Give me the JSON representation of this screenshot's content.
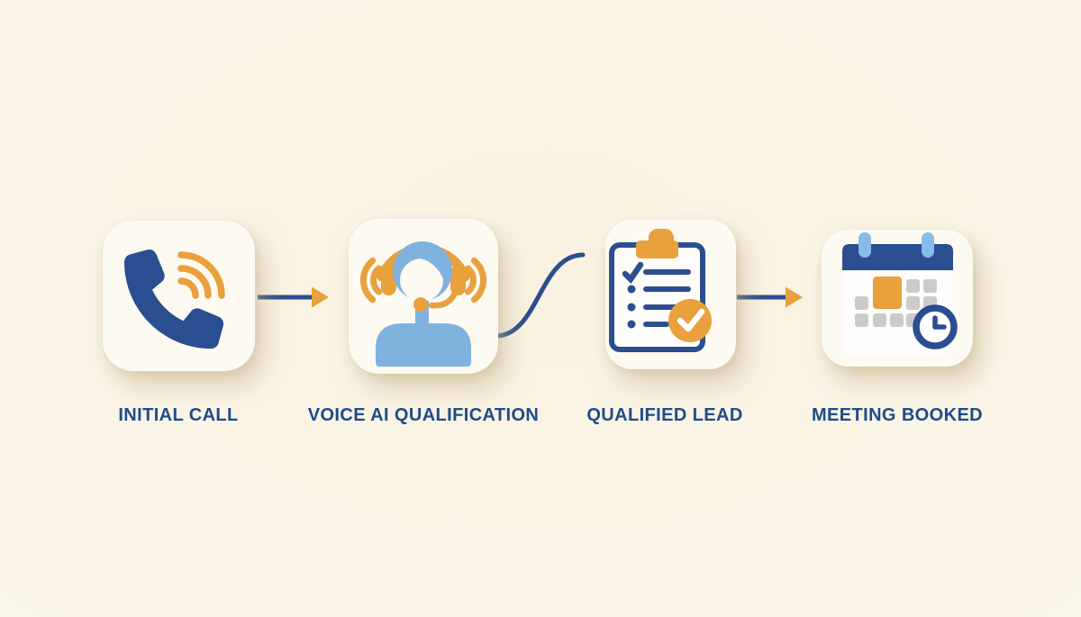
{
  "steps": [
    {
      "id": "initial-call",
      "label": "INITIAL CALL",
      "icon": "phone-call-icon"
    },
    {
      "id": "voice-ai-qualification",
      "label": "VOICE AI QUALIFICATION",
      "icon": "headset-agent-icon"
    },
    {
      "id": "qualified-lead",
      "label": "QUALIFIED LEAD",
      "icon": "checklist-clipboard-icon"
    },
    {
      "id": "meeting-booked",
      "label": "MEETING BOOKED",
      "icon": "calendar-clock-icon"
    }
  ],
  "connectors": [
    {
      "from": "initial-call",
      "to": "voice-ai-qualification",
      "style": "straight-arrow-orange-head"
    },
    {
      "from": "voice-ai-qualification",
      "to": "qualified-lead",
      "style": "s-curve-line"
    },
    {
      "from": "qualified-lead",
      "to": "meeting-booked",
      "style": "straight-arrow-orange-head"
    }
  ],
  "palette": {
    "background": "#faf5e8",
    "card": "#fdfaf1",
    "dark_blue": "#2a4e8f",
    "label_blue": "#1e4b8c",
    "orange": "#e8a13c",
    "light_blue": "#7fb2df",
    "sky_blue": "#85bce8",
    "gray_cell": "#cbcbc9",
    "icon_white": "#fefdfb"
  }
}
